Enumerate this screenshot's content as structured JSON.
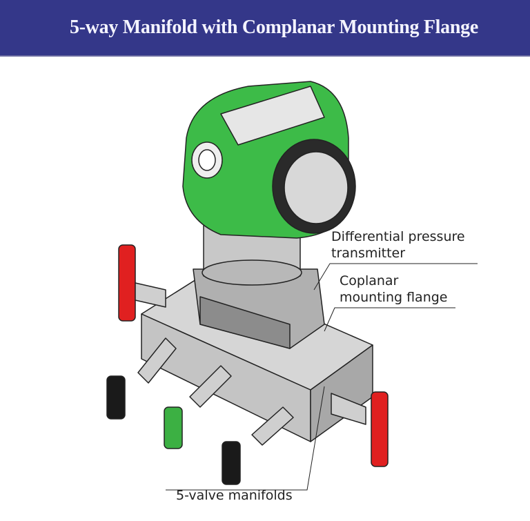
{
  "header": {
    "title": "5-way Manifold with Complanar Mounting Flange",
    "background_color": "#343789"
  },
  "labels": {
    "transmitter_line1": "Differential pressure",
    "transmitter_line2": "transmitter",
    "flange_line1": "Coplanar",
    "flange_line2": "mounting flange",
    "manifold": "5-valve manifolds"
  },
  "colors": {
    "housing": "#3dbb48",
    "body": "#bdbdbd",
    "valve_red": "#e02020",
    "valve_green": "#3cb043",
    "valve_black": "#1a1a1a"
  }
}
